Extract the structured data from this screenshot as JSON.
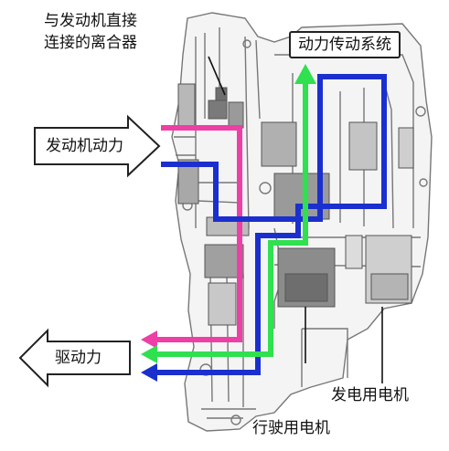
{
  "labels": {
    "clutch": [
      "与发动机直接",
      "连接的离合器"
    ],
    "power_system": "动力传动系统",
    "engine_power": "发动机动力",
    "drive_power": "驱动力",
    "generator": "发电用电机",
    "drive_motor": "行驶用电机"
  },
  "colors": {
    "engine_path": "#ee3fa6",
    "generator_path": "#1b2fcf",
    "drive_path": "#2fe04f",
    "casing_line": "#777777",
    "casing_fill": "#e9e9e9",
    "component_fill": "#8f8f8f"
  }
}
